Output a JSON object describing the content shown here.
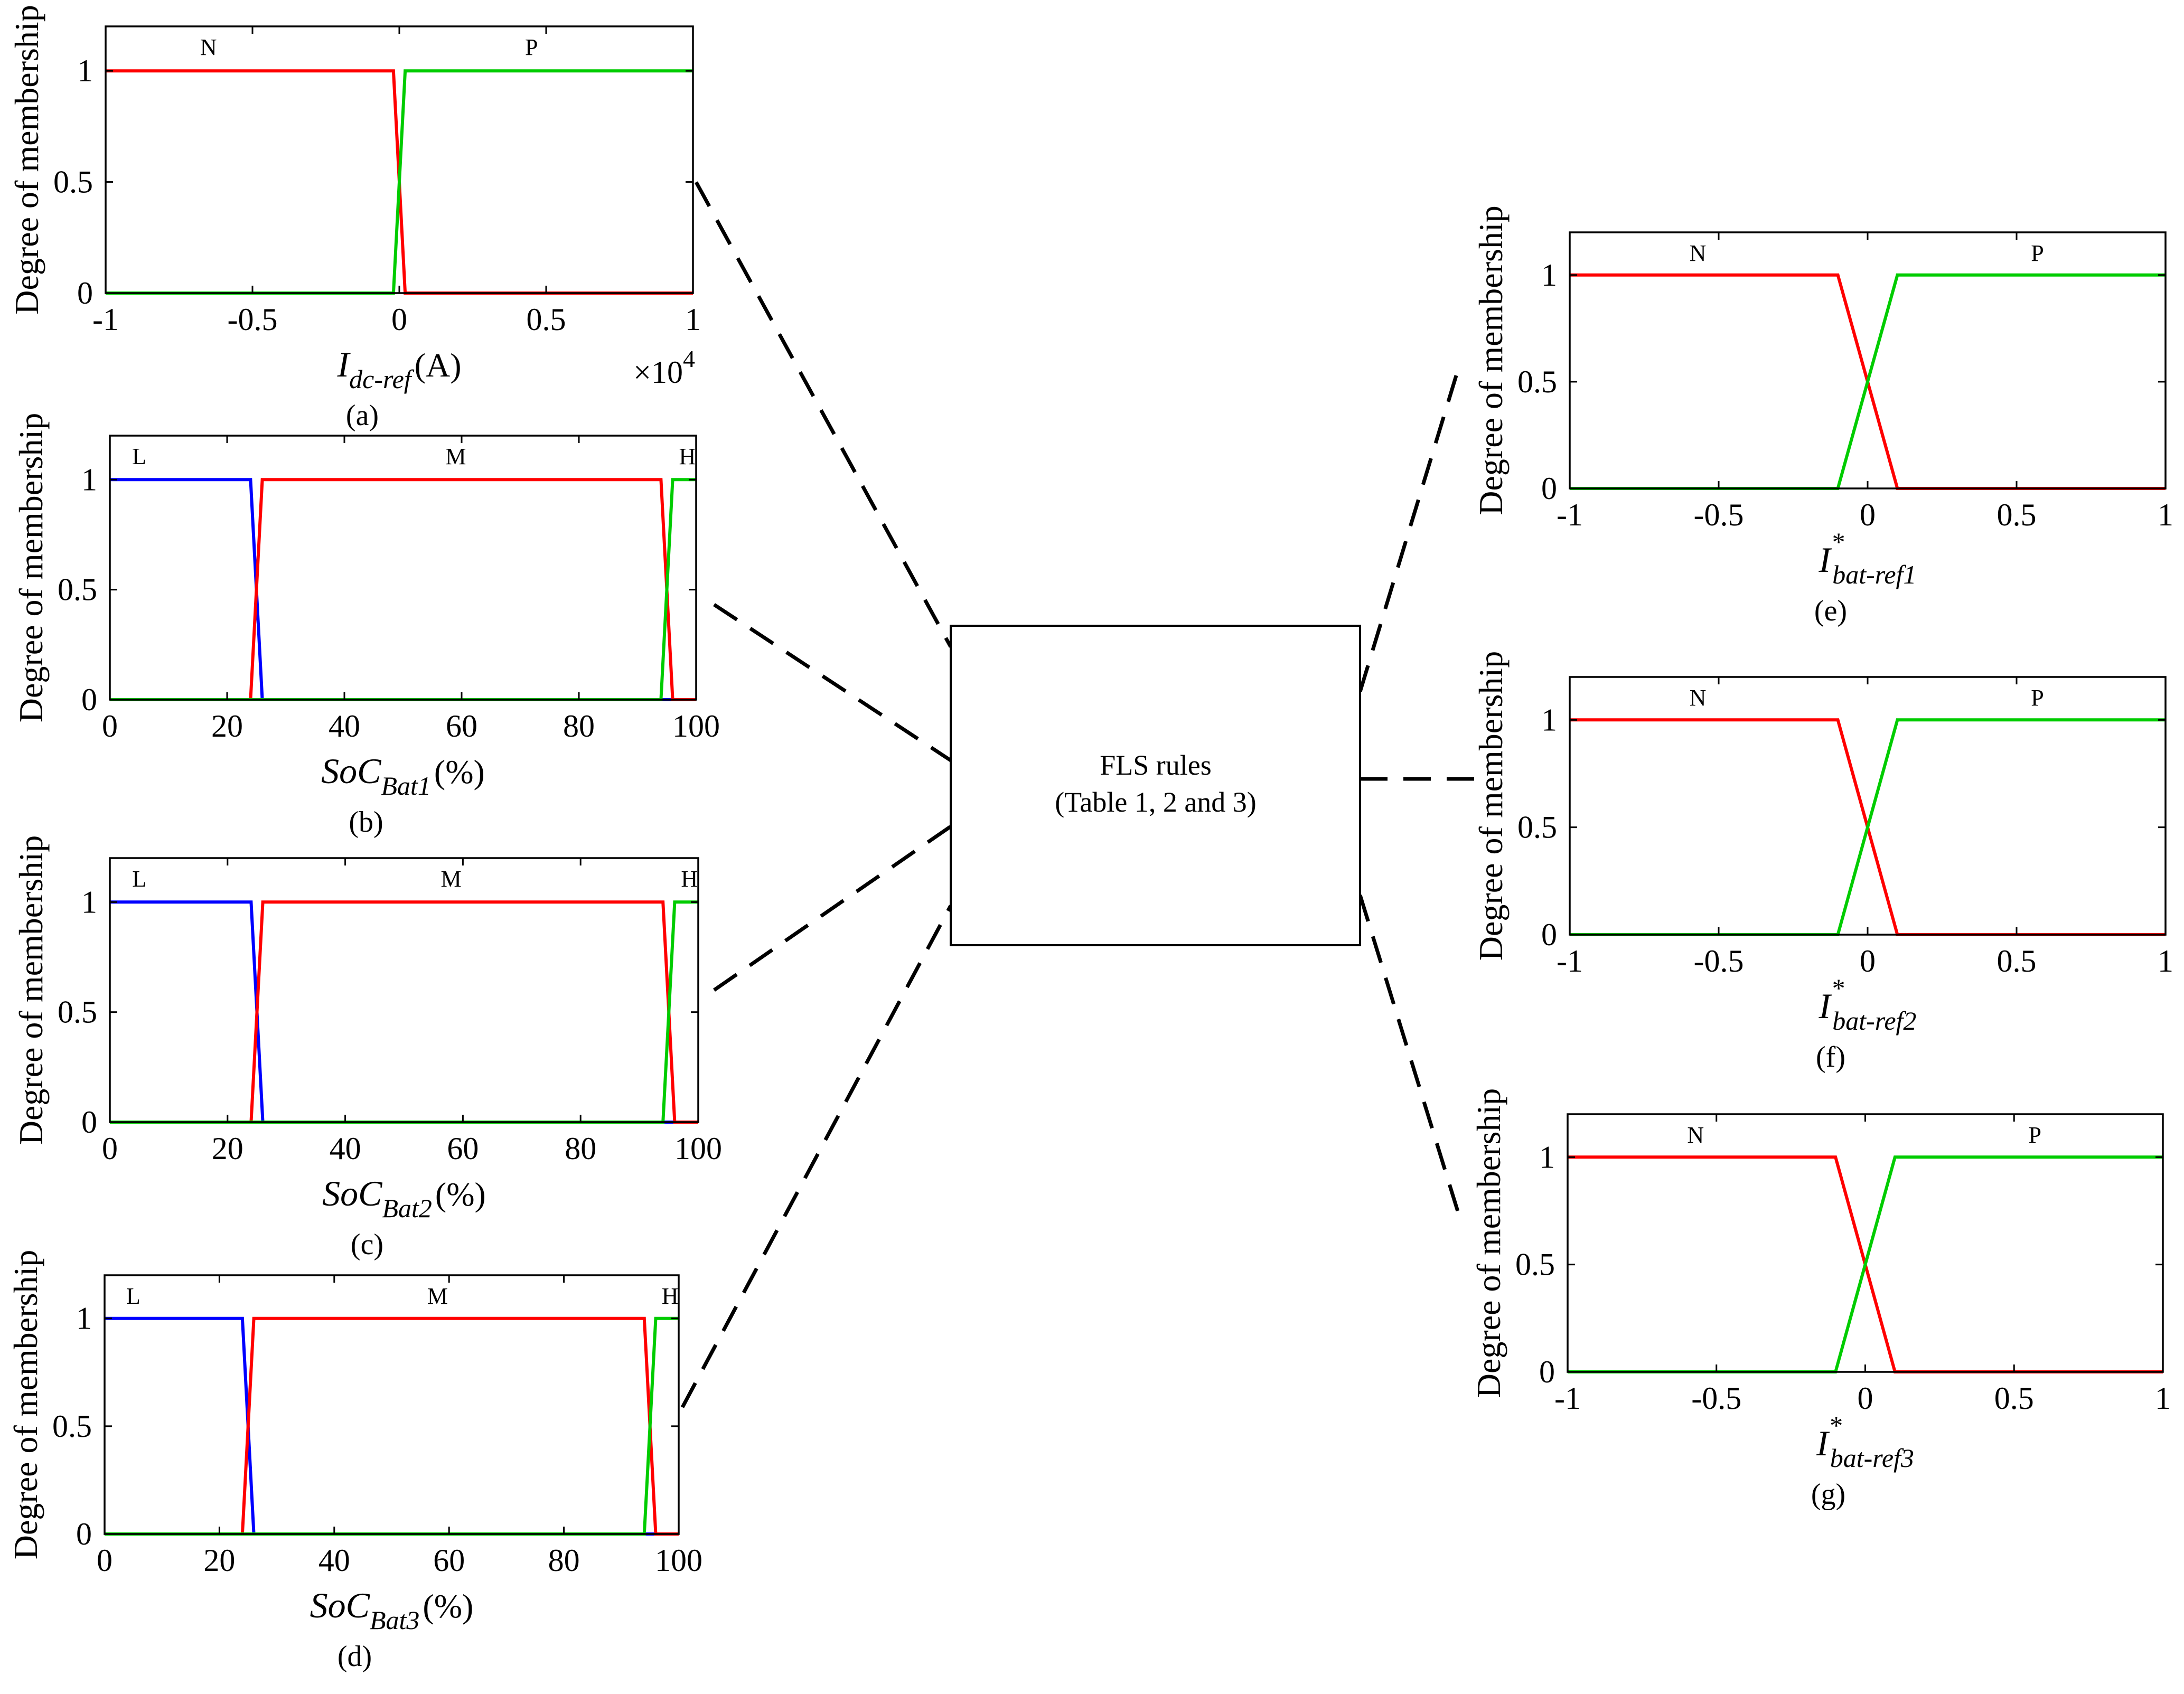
{
  "center_box": {
    "line1": "FLS rules",
    "line2": "(Table 1, 2 and 3)"
  },
  "chart_data": [
    {
      "id": "a",
      "type": "line",
      "caption": "(a)",
      "ylabel": "Degree of membership",
      "xlabel": {
        "sym": "I",
        "sup": "",
        "sub": "dc-ref",
        "unit": "(A)"
      },
      "multiplier": {
        "base": "×10",
        "exp": "4"
      },
      "xlim": [
        -1,
        1
      ],
      "ylim": [
        0,
        1.2
      ],
      "xticks": [
        -1,
        -0.5,
        0,
        0.5,
        1
      ],
      "xtick_labels": [
        "-1",
        "-0.5",
        "0",
        "0.5",
        "1"
      ],
      "yticks": [
        0,
        0.5,
        1
      ],
      "ytick_labels": [
        "0",
        "0.5",
        "1"
      ],
      "series": [
        {
          "label": "N",
          "label_x": -0.65,
          "color": "#ff0000",
          "x": [
            -1,
            -0.02,
            0.02,
            1
          ],
          "y": [
            1,
            1,
            0,
            0
          ]
        },
        {
          "label": "P",
          "label_x": 0.45,
          "color": "#00cc00",
          "x": [
            -1,
            -0.02,
            0.02,
            1
          ],
          "y": [
            0,
            0,
            1,
            1
          ]
        }
      ]
    },
    {
      "id": "b",
      "type": "line",
      "caption": "(b)",
      "ylabel": "Degree of membership",
      "xlabel": {
        "sym": "SoC",
        "sup": "",
        "sub": "Bat1",
        "unit": "(%)"
      },
      "xlim": [
        0,
        100
      ],
      "ylim": [
        0,
        1.2
      ],
      "xticks": [
        0,
        20,
        40,
        60,
        80,
        100
      ],
      "xtick_labels": [
        "0",
        "20",
        "40",
        "60",
        "80",
        "100"
      ],
      "yticks": [
        0,
        0.5,
        1
      ],
      "ytick_labels": [
        "0",
        "0.5",
        "1"
      ],
      "series": [
        {
          "label": "L",
          "label_x": 5,
          "color": "#0000ff",
          "x": [
            0,
            24,
            26,
            100
          ],
          "y": [
            1,
            1,
            0,
            0
          ]
        },
        {
          "label": "M",
          "label_x": 59,
          "color": "#ff0000",
          "x": [
            0,
            24,
            26,
            94,
            96,
            100
          ],
          "y": [
            0,
            0,
            1,
            1,
            0,
            0
          ]
        },
        {
          "label": "H",
          "label_x": 98.5,
          "color": "#00cc00",
          "x": [
            0,
            94,
            96,
            100
          ],
          "y": [
            0,
            0,
            1,
            1
          ]
        }
      ]
    },
    {
      "id": "c",
      "type": "line",
      "caption": "(c)",
      "ylabel": "Degree of membership",
      "xlabel": {
        "sym": "SoC",
        "sup": "",
        "sub": "Bat2",
        "unit": "(%)"
      },
      "xlim": [
        0,
        100
      ],
      "ylim": [
        0,
        1.2
      ],
      "xticks": [
        0,
        20,
        40,
        60,
        80,
        100
      ],
      "xtick_labels": [
        "0",
        "20",
        "40",
        "60",
        "80",
        "100"
      ],
      "yticks": [
        0,
        0.5,
        1
      ],
      "ytick_labels": [
        "0",
        "0.5",
        "1"
      ],
      "series": [
        {
          "label": "L",
          "label_x": 5,
          "color": "#0000ff",
          "x": [
            0,
            24,
            26,
            100
          ],
          "y": [
            1,
            1,
            0,
            0
          ]
        },
        {
          "label": "M",
          "label_x": 58,
          "color": "#ff0000",
          "x": [
            0,
            24,
            26,
            94,
            96,
            100
          ],
          "y": [
            0,
            0,
            1,
            1,
            0,
            0
          ]
        },
        {
          "label": "H",
          "label_x": 98.5,
          "color": "#00cc00",
          "x": [
            0,
            94,
            96,
            100
          ],
          "y": [
            0,
            0,
            1,
            1
          ]
        }
      ]
    },
    {
      "id": "d",
      "type": "line",
      "caption": "(d)",
      "ylabel": "Degree of membership",
      "xlabel": {
        "sym": "SoC",
        "sup": "",
        "sub": "Bat3",
        "unit": "(%)"
      },
      "xlim": [
        0,
        100
      ],
      "ylim": [
        0,
        1.2
      ],
      "xticks": [
        0,
        20,
        40,
        60,
        80,
        100
      ],
      "xtick_labels": [
        "0",
        "20",
        "40",
        "60",
        "80",
        "100"
      ],
      "yticks": [
        0,
        0.5,
        1
      ],
      "ytick_labels": [
        "0",
        "0.5",
        "1"
      ],
      "series": [
        {
          "label": "L",
          "label_x": 5,
          "color": "#0000ff",
          "x": [
            0,
            24,
            26,
            100
          ],
          "y": [
            1,
            1,
            0,
            0
          ]
        },
        {
          "label": "M",
          "label_x": 58,
          "color": "#ff0000",
          "x": [
            0,
            24,
            26,
            94,
            96,
            100
          ],
          "y": [
            0,
            0,
            1,
            1,
            0,
            0
          ]
        },
        {
          "label": "H",
          "label_x": 98.5,
          "color": "#00cc00",
          "x": [
            0,
            94,
            96,
            100
          ],
          "y": [
            0,
            0,
            1,
            1
          ]
        }
      ]
    },
    {
      "id": "e",
      "type": "line",
      "caption": "(e)",
      "ylabel": "Degree of membership",
      "xlabel": {
        "sym": "I",
        "sup": "*",
        "sub": "bat-ref1",
        "unit": ""
      },
      "xlim": [
        -1,
        1
      ],
      "ylim": [
        0,
        1.2
      ],
      "xticks": [
        -1,
        -0.5,
        0,
        0.5,
        1
      ],
      "xtick_labels": [
        "-1",
        "-0.5",
        "0",
        "0.5",
        "1"
      ],
      "yticks": [
        0,
        0.5,
        1
      ],
      "ytick_labels": [
        "0",
        "0.5",
        "1"
      ],
      "series": [
        {
          "label": "N",
          "label_x": -0.57,
          "color": "#ff0000",
          "x": [
            -1,
            -0.1,
            0.1,
            1
          ],
          "y": [
            1,
            1,
            0,
            0
          ]
        },
        {
          "label": "P",
          "label_x": 0.57,
          "color": "#00cc00",
          "x": [
            -1,
            -0.1,
            0.1,
            1
          ],
          "y": [
            0,
            0,
            1,
            1
          ]
        }
      ]
    },
    {
      "id": "f",
      "type": "line",
      "caption": "(f)",
      "ylabel": "Degree of membership",
      "xlabel": {
        "sym": "I",
        "sup": "*",
        "sub": "bat-ref2",
        "unit": ""
      },
      "xlim": [
        -1,
        1
      ],
      "ylim": [
        0,
        1.2
      ],
      "xticks": [
        -1,
        -0.5,
        0,
        0.5,
        1
      ],
      "xtick_labels": [
        "-1",
        "-0.5",
        "0",
        "0.5",
        "1"
      ],
      "yticks": [
        0,
        0.5,
        1
      ],
      "ytick_labels": [
        "0",
        "0.5",
        "1"
      ],
      "series": [
        {
          "label": "N",
          "label_x": -0.57,
          "color": "#ff0000",
          "x": [
            -1,
            -0.1,
            0.1,
            1
          ],
          "y": [
            1,
            1,
            0,
            0
          ]
        },
        {
          "label": "P",
          "label_x": 0.57,
          "color": "#00cc00",
          "x": [
            -1,
            -0.1,
            0.1,
            1
          ],
          "y": [
            0,
            0,
            1,
            1
          ]
        }
      ]
    },
    {
      "id": "g",
      "type": "line",
      "caption": "(g)",
      "ylabel": "Degree of membership",
      "xlabel": {
        "sym": "I",
        "sup": "*",
        "sub": "bat-ref3",
        "unit": ""
      },
      "xlim": [
        -1,
        1
      ],
      "ylim": [
        0,
        1.2
      ],
      "xticks": [
        -1,
        -0.5,
        0,
        0.5,
        1
      ],
      "xtick_labels": [
        "-1",
        "-0.5",
        "0",
        "0.5",
        "1"
      ],
      "yticks": [
        0,
        0.5,
        1
      ],
      "ytick_labels": [
        "0",
        "0.5",
        "1"
      ],
      "series": [
        {
          "label": "N",
          "label_x": -0.57,
          "color": "#ff0000",
          "x": [
            -1,
            -0.1,
            0.1,
            1
          ],
          "y": [
            1,
            1,
            0,
            0
          ]
        },
        {
          "label": "P",
          "label_x": 0.57,
          "color": "#00cc00",
          "x": [
            -1,
            -0.1,
            0.1,
            1
          ],
          "y": [
            0,
            0,
            1,
            1
          ]
        }
      ]
    }
  ]
}
